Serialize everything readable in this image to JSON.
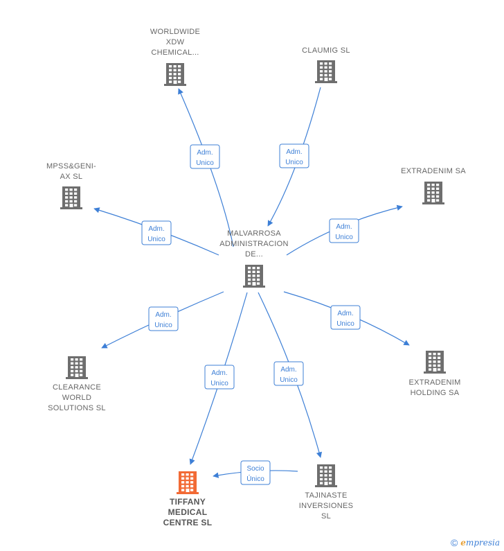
{
  "nodes": [
    {
      "id": "malvarrosa",
      "label": [
        "MALVARROSA",
        "ADMINISTRACION",
        "DE..."
      ],
      "color": "#6e6e6e",
      "focus": false
    },
    {
      "id": "worldwide",
      "label": [
        "WORLDWIDE",
        "XDW",
        "CHEMICAL..."
      ],
      "color": "#6e6e6e",
      "focus": false
    },
    {
      "id": "claumig",
      "label": [
        "CLAUMIG  SL"
      ],
      "color": "#6e6e6e",
      "focus": false
    },
    {
      "id": "mpss",
      "label": [
        "MPSS&GENI-",
        "AX  SL"
      ],
      "color": "#6e6e6e",
      "focus": false
    },
    {
      "id": "extradenim",
      "label": [
        "EXTRADENIM SA"
      ],
      "color": "#6e6e6e",
      "focus": false
    },
    {
      "id": "clearance",
      "label": [
        "CLEARANCE",
        "WORLD",
        "SOLUTIONS  SL"
      ],
      "color": "#6e6e6e",
      "focus": false
    },
    {
      "id": "extradenim_holding",
      "label": [
        "EXTRADENIM",
        "HOLDING SA"
      ],
      "color": "#6e6e6e",
      "focus": false
    },
    {
      "id": "tiffany",
      "label": [
        "TIFFANY",
        "MEDICAL",
        "CENTRE  SL"
      ],
      "color": "#f26a35",
      "focus": true
    },
    {
      "id": "tajinaste",
      "label": [
        "TAJINASTE",
        "INVERSIONES",
        "SL"
      ],
      "color": "#6e6e6e",
      "focus": false
    }
  ],
  "edges": [
    {
      "from": "malvarrosa",
      "to": "worldwide",
      "label": [
        "Adm.",
        "Unico"
      ]
    },
    {
      "from": "claumig",
      "to": "malvarrosa",
      "label": [
        "Adm.",
        "Unico"
      ]
    },
    {
      "from": "malvarrosa",
      "to": "mpss",
      "label": [
        "Adm.",
        "Unico"
      ]
    },
    {
      "from": "malvarrosa",
      "to": "extradenim",
      "label": [
        "Adm.",
        "Unico"
      ]
    },
    {
      "from": "malvarrosa",
      "to": "clearance",
      "label": [
        "Adm.",
        "Unico"
      ]
    },
    {
      "from": "malvarrosa",
      "to": "extradenim_holding",
      "label": [
        "Adm.",
        "Unico"
      ]
    },
    {
      "from": "malvarrosa",
      "to": "tiffany",
      "label": [
        "Adm.",
        "Unico"
      ]
    },
    {
      "from": "malvarrosa",
      "to": "tajinaste",
      "label": [
        "Adm.",
        "Unico"
      ]
    },
    {
      "from": "tajinaste",
      "to": "tiffany",
      "label": [
        "Socio",
        "Único"
      ]
    }
  ],
  "colors": {
    "edge": "#3d7fd6",
    "node_default": "#6e6e6e",
    "node_focus": "#f26a35"
  },
  "footer": {
    "copyright": "©",
    "brand_initial": "e",
    "brand_rest": "mpresia"
  }
}
